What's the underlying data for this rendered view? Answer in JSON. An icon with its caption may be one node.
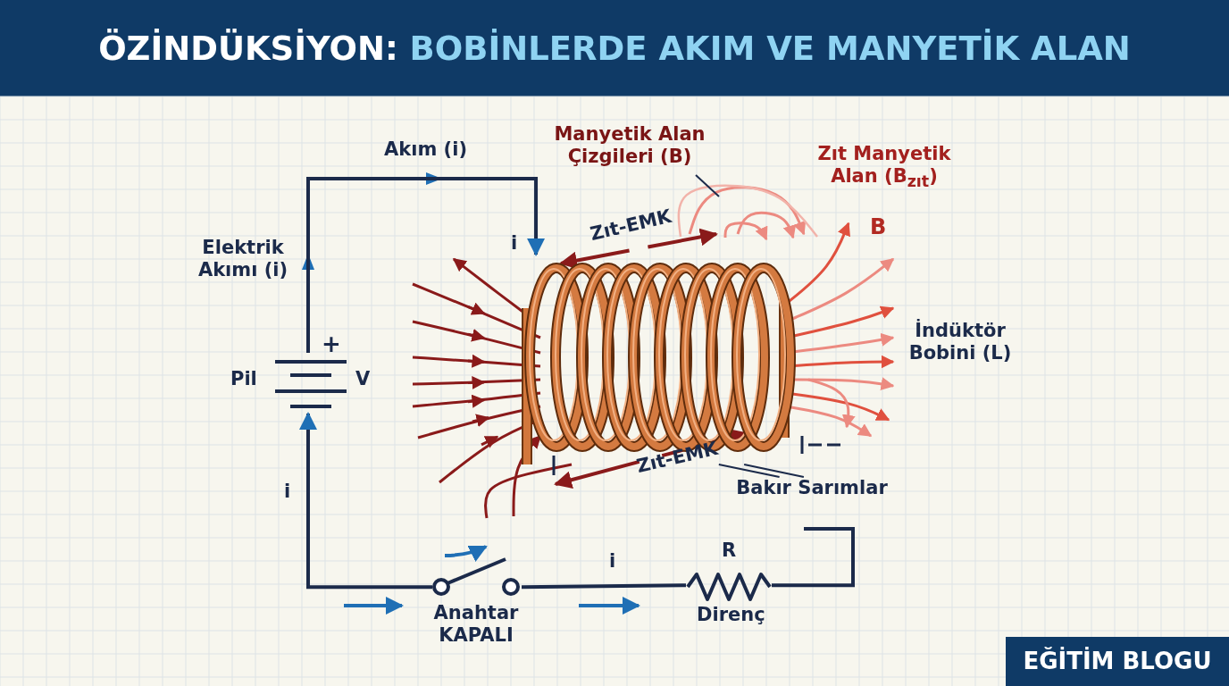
{
  "diagram": {
    "title": "ÖZİNDÜKSİYON: BOBİNLERDE AKIM VE MANYETİK ALAN",
    "nodes": [
      {
        "text": [],
        "shape": "picture",
        "beside": [
          "+",
          "Pil",
          "V"
        ]
      },
      {
        "text": [],
        "shape": "picture"
      },
      {
        "text": [],
        "shape": "picture",
        "beside": [
          "R",
          "Direnç"
        ]
      },
      {
        "text": [],
        "shape": "picture",
        "beside": [
          "Anahtar KAPALI"
        ]
      },
      {
        "text": [
          "Manyetik Alan Çizgileri (B)"
        ]
      },
      {
        "text": [
          "Bakır Sarımlar"
        ]
      }
    ],
    "edges": [
      {
        "from": 0,
        "to": 1,
        "arrow": "to"
      },
      {
        "from": 2,
        "to": null,
        "arrow": "none"
      },
      {
        "from": 2,
        "to": 3,
        "arrow": "none"
      },
      {
        "from": 3,
        "to": 0,
        "arrow": "to"
      },
      {
        "from": 4,
        "to": null,
        "arrow": "none"
      },
      {
        "from": 5,
        "to": 1,
        "arrow": "none"
      },
      {
        "from": 5,
        "to": 1,
        "arrow": "none"
      }
    ],
    "labels": [
      "Akım (i)",
      "Elektrik Akımı (i)",
      "i",
      "Zıt-EMK",
      "Zıt Manyetik Alan (B$_{zıt}$)",
      "B",
      "İndüktör Bobini (L)",
      "Zıt-EMK",
      "i",
      "i",
      "EĞİTİM BLOGU"
    ]
  }
}
